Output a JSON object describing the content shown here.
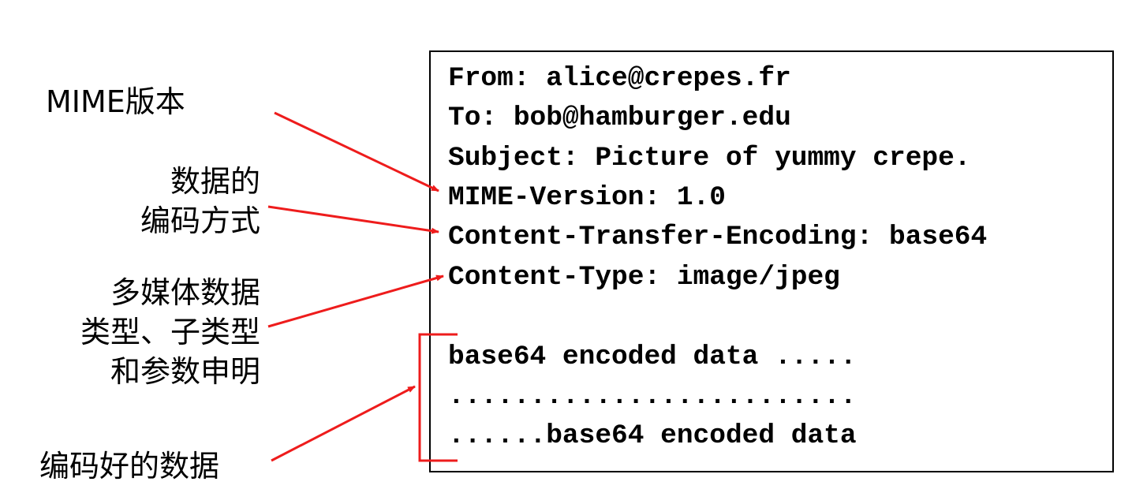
{
  "labels": {
    "mime_version": "MIME版本",
    "encoding": [
      "数据的",
      "编码方式"
    ],
    "media_type": [
      "多媒体数据",
      "类型、子类型",
      "和参数申明"
    ],
    "encoded_data": "编码好的数据"
  },
  "message": {
    "headers": [
      "From: alice@crepes.fr",
      "To: bob@hamburger.edu",
      "Subject: Picture of yummy crepe.",
      "MIME-Version: 1.0",
      "Content-Transfer-Encoding: base64",
      "Content-Type: image/jpeg"
    ],
    "body": [
      "base64 encoded data .....",
      ".........................",
      "......base64 encoded data"
    ]
  },
  "colors": {
    "arrow": "#ee1c1c",
    "text": "#000000",
    "border": "#000000"
  }
}
